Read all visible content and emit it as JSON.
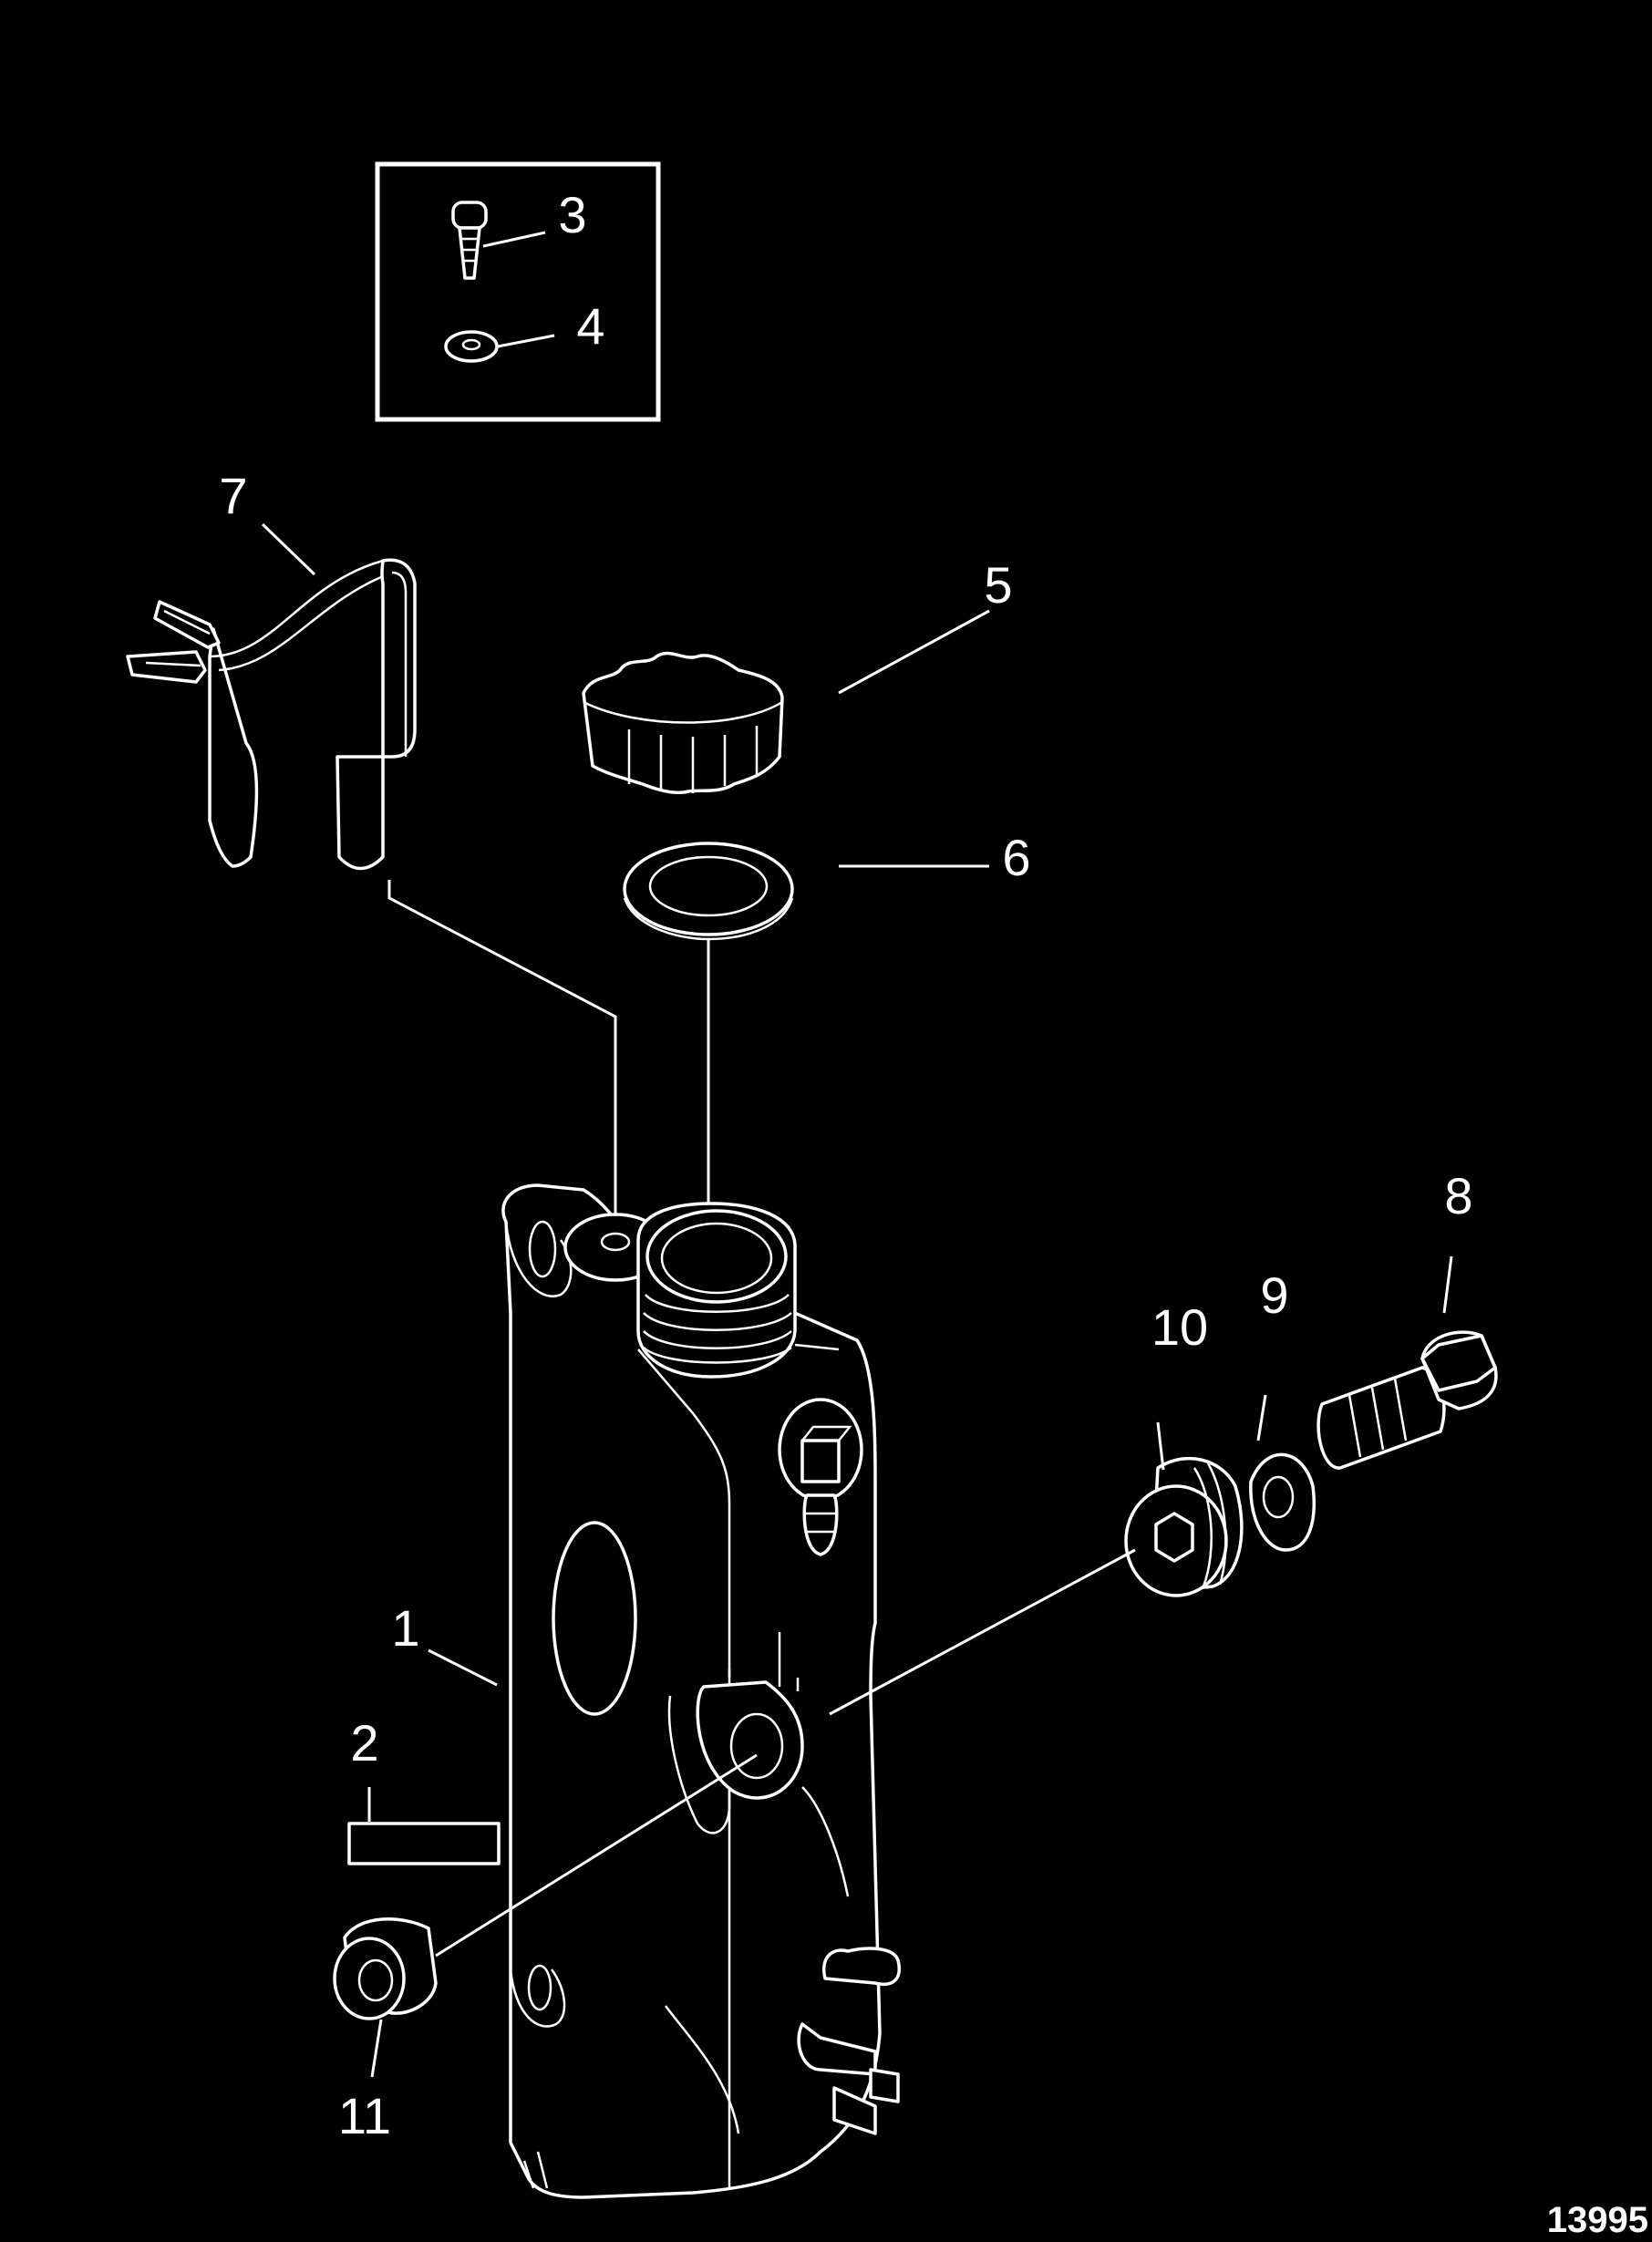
{
  "callouts": {
    "c1": "1",
    "c2": "2",
    "c3": "3",
    "c4": "4",
    "c5": "5",
    "c6": "6",
    "c7": "7",
    "c8": "8",
    "c9": "9",
    "c10": "10",
    "c11": "11"
  },
  "figure_number": "13995",
  "colors": {
    "background": "#000000",
    "line": "#ffffff"
  }
}
